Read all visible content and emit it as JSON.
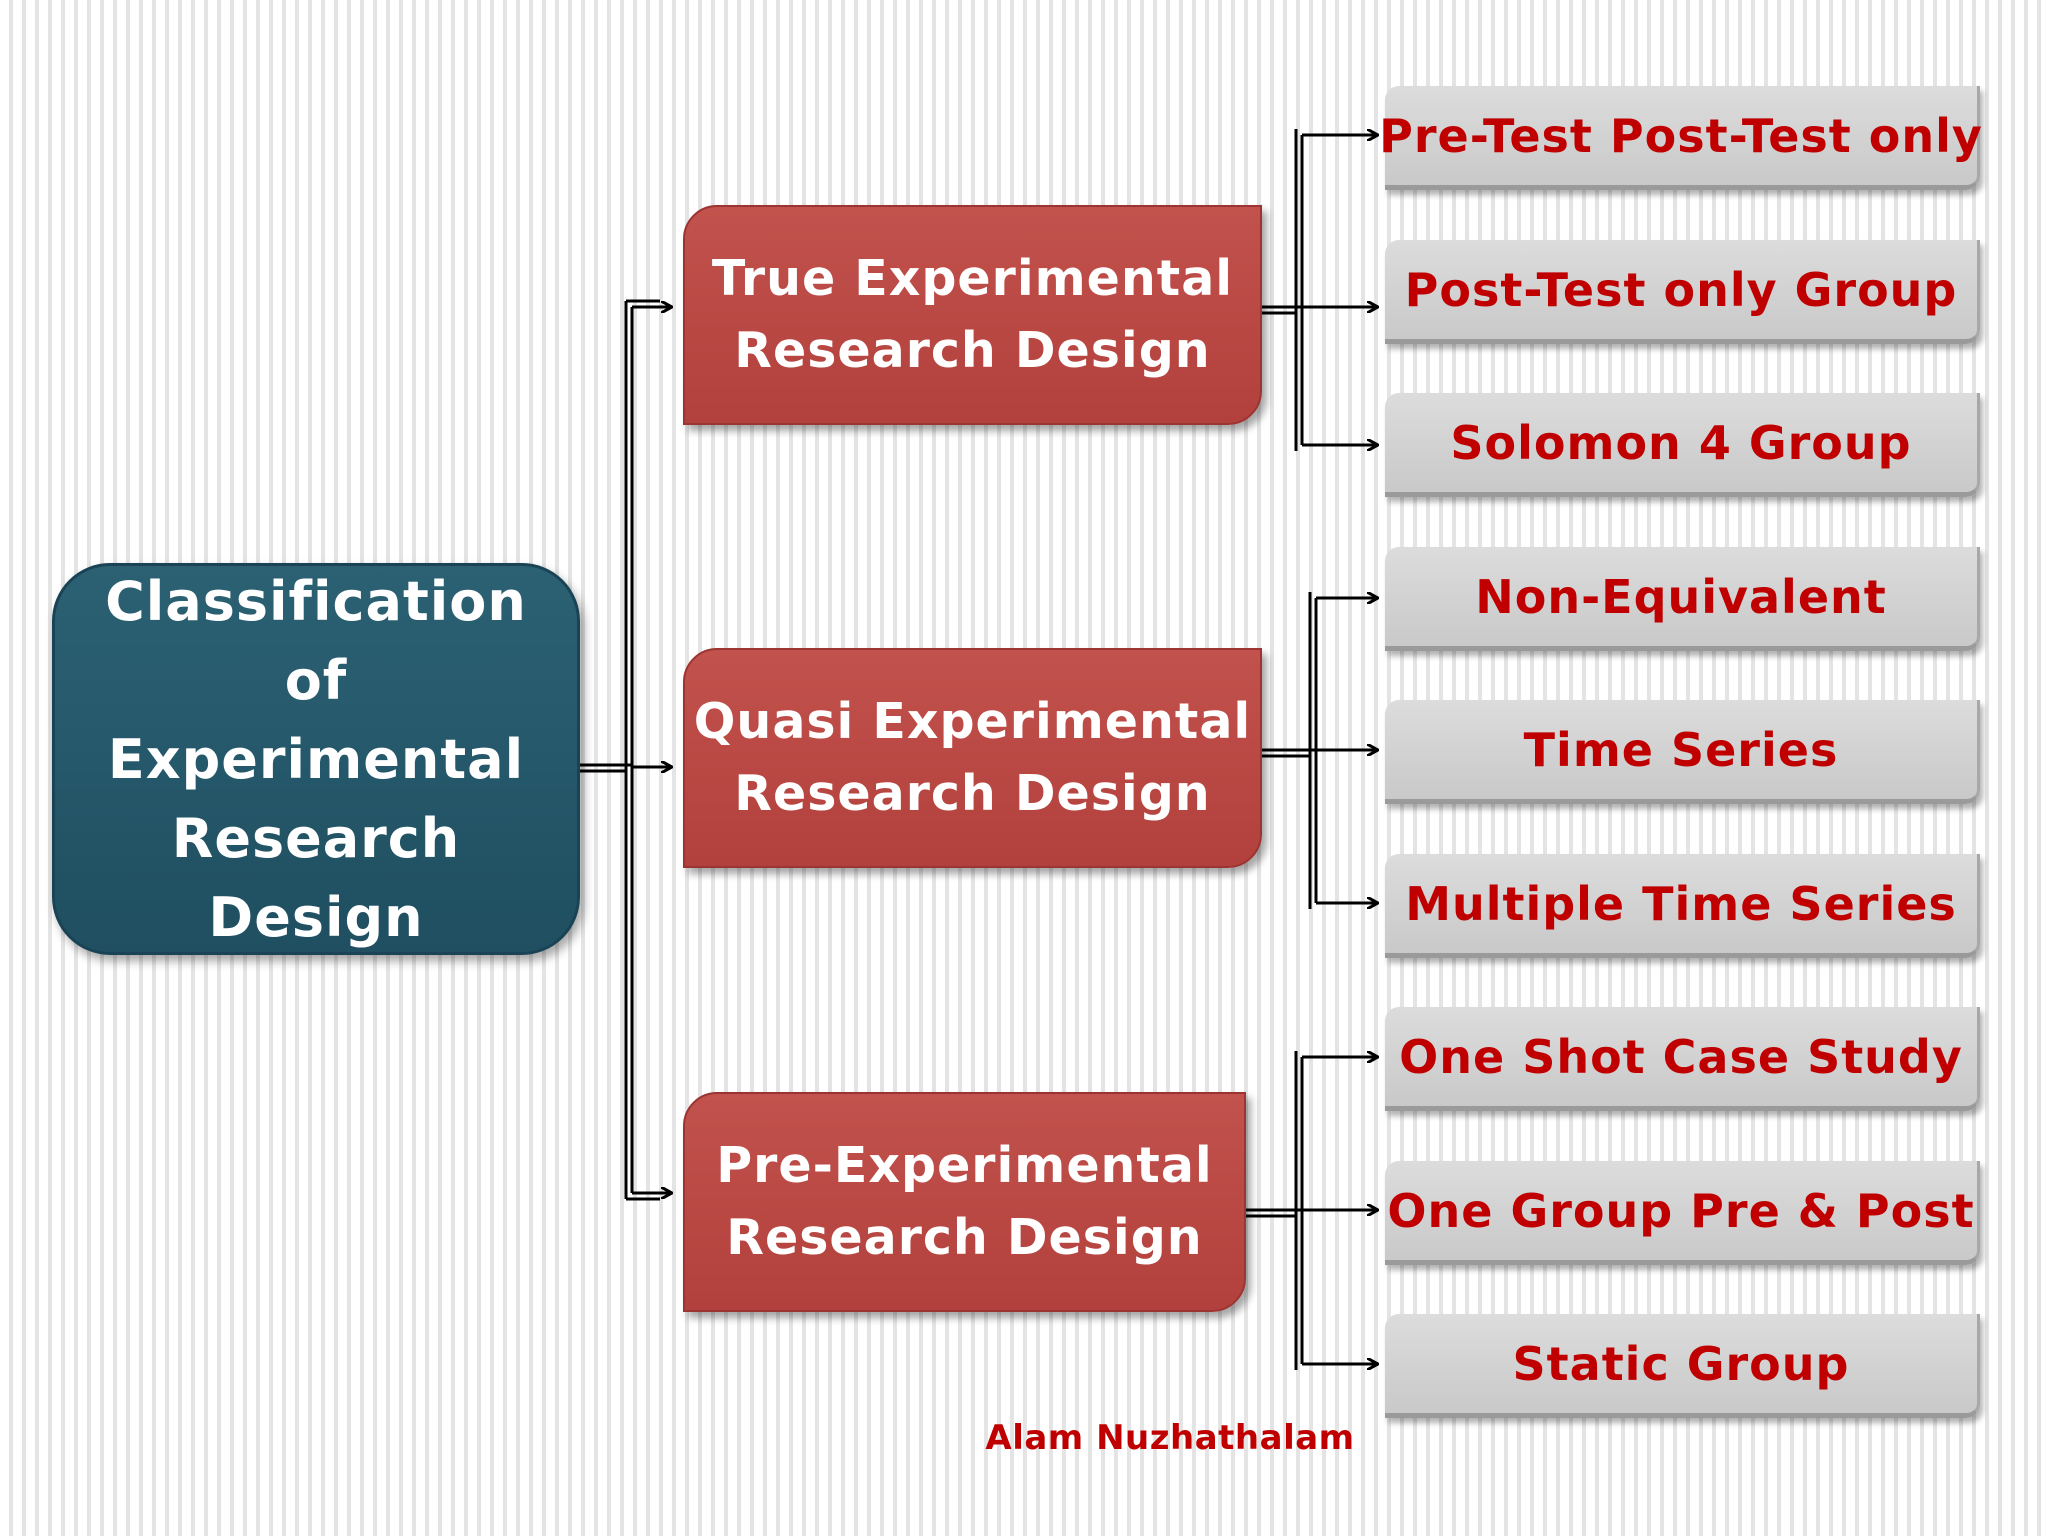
{
  "root": {
    "line1": "Classification",
    "line2": "of",
    "line3": "Experimental",
    "line4": "Research Design"
  },
  "branches": [
    {
      "line1": "True Experimental",
      "line2": "Research Design",
      "leaves": [
        "Pre-Test Post-Test only",
        "Post-Test only Group",
        "Solomon 4 Group"
      ]
    },
    {
      "line1": "Quasi Experimental",
      "line2": "Research Design",
      "leaves": [
        "Non-Equivalent",
        "Time Series",
        "Multiple Time Series"
      ]
    },
    {
      "line1": "Pre-Experimental",
      "line2": "Research Design",
      "leaves": [
        "One Shot Case Study",
        "One Group Pre & Post",
        "Static Group"
      ]
    }
  ],
  "footer": {
    "author": "Alam Nuzhathalam"
  },
  "colors": {
    "root_fill": "#245a6b",
    "branch_fill": "#b9463f",
    "leaf_fill": "#d2d2d2",
    "leaf_text": "#c00000",
    "connector": "#000000"
  }
}
